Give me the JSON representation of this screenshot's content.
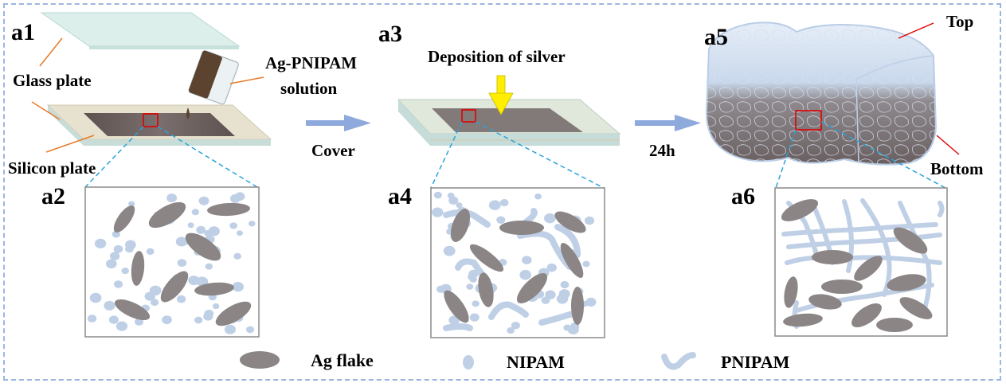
{
  "figure": {
    "panels": {
      "a1": "a1",
      "a2": "a2",
      "a3": "a3",
      "a4": "a4",
      "a5": "a5",
      "a6": "a6"
    },
    "labels": {
      "glass_plate": "Glass plate",
      "silicon_plate": "Silicon plate",
      "ag_pnipam_line1": "Ag-PNIPAM",
      "ag_pnipam_line2": "solution",
      "deposition": "Deposition of silver",
      "cover": "Cover",
      "time": "24h",
      "top": "Top",
      "bottom": "Bottom"
    },
    "legend": [
      {
        "symbol": "ag-flake",
        "label": "Ag flake"
      },
      {
        "symbol": "nipam-dot",
        "label": "NIPAM"
      },
      {
        "symbol": "pnipam-chain",
        "label": "PNIPAM"
      }
    ],
    "colors": {
      "ag_flake": "#8c8586",
      "nipam": "#bfd0e6",
      "pnipam": "#bfd0e6",
      "arrow": "#8ea9dc",
      "zoom_line": "#29a3dc",
      "highlight": "#e00000",
      "leader": "#e87b2a",
      "frame": "#9db4e0",
      "yellow_arrow": "#ffee00"
    }
  }
}
